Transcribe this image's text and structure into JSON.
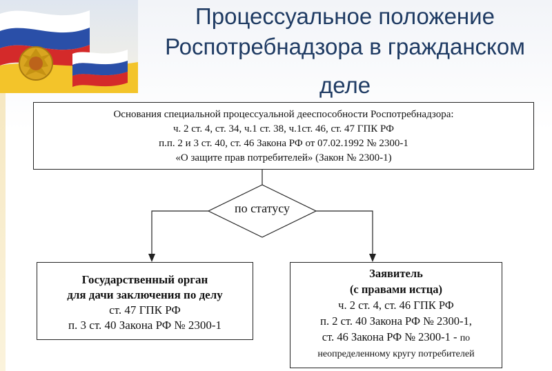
{
  "title": {
    "line1": "Процессуальное положение",
    "line2": "Роспотребнадзора в гражданском",
    "line3": "деле"
  },
  "top_box": {
    "line1": "Основания специальной процессуальной дееспособности Роспотребнадзора:",
    "line2": "ч. 2 ст. 4, ст. 34, ч.1 ст. 38, ч.1ст. 46, ст. 47 ГПК РФ",
    "line3": "п.п. 2 и 3 ст. 40, ст. 46 Закона РФ от 07.02.1992 № 2300-1",
    "line4": "«О защите прав потребителей» (Закон № 2300-1)"
  },
  "decision": {
    "label": "по статусу"
  },
  "left_box": {
    "line1": "Государственный орган",
    "line2": "для дачи заключения по делу",
    "line3": "ст. 47 ГПК РФ",
    "line4": "п. 3 ст. 40 Закона РФ № 2300-1"
  },
  "right_box": {
    "line1": "Заявитель",
    "line2": "(с правами истца)",
    "line3": "ч. 2 ст. 4, ст. 46 ГПК РФ",
    "line4": "п. 2 ст. 40 Закона РФ № 2300-1,",
    "line5a": "ст. 46 Закона РФ № 2300-1  -",
    "line5b": "по",
    "line6": "неопределенному кругу потребителей"
  },
  "colors": {
    "title": "#1f3b63",
    "flag_white": "#ffffff",
    "flag_blue": "#2a4fa8",
    "flag_red": "#d42a2a",
    "emblem": "#d9a520"
  }
}
